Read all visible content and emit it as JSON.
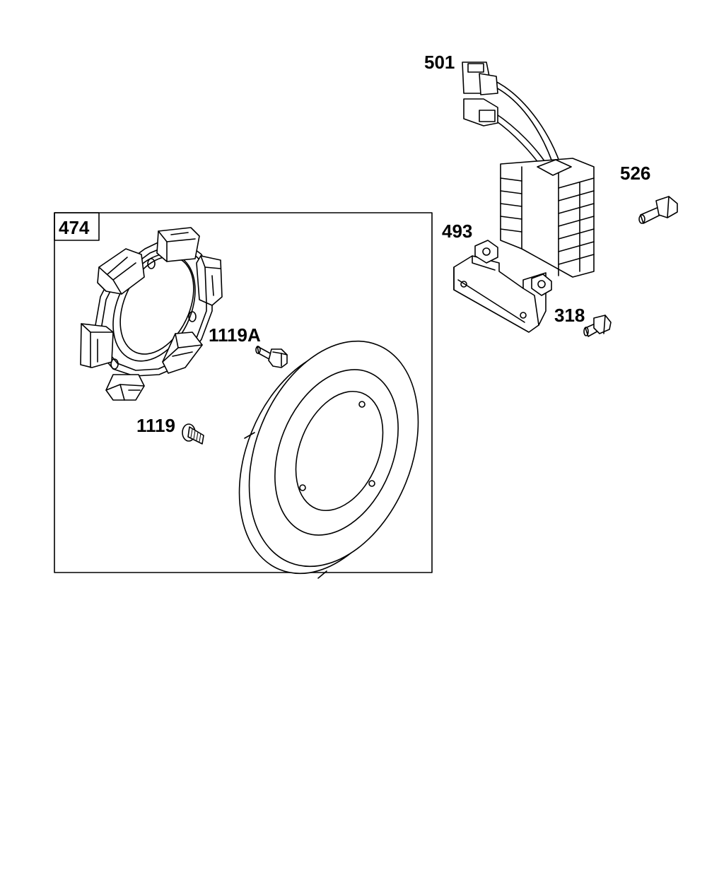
{
  "callouts": {
    "c474": "474",
    "c501": "501",
    "c526": "526",
    "c493": "493",
    "c318": "318",
    "c1119a": "1119A",
    "c1119": "1119"
  },
  "colors": {
    "line": "#000000",
    "background": "#ffffff"
  }
}
